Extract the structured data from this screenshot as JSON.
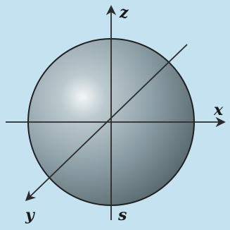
{
  "axes": {
    "z": "z",
    "x": "x",
    "y": "y"
  },
  "sphere": {
    "label": "s"
  },
  "colors": {
    "background": "#c4e2ef",
    "sphere_light": "#f3f6f7",
    "sphere_mid": "#8fa1a8",
    "sphere_dark": "#55656c",
    "outline": "#1f1f1f",
    "axis": "#2b2b2b"
  }
}
